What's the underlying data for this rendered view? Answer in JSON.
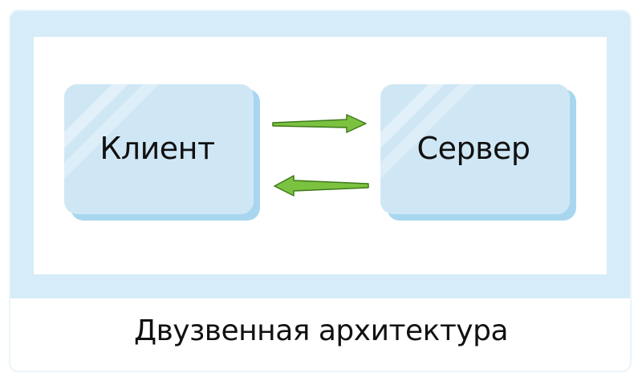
{
  "diagram": {
    "nodes": [
      {
        "id": "client",
        "label": "Клиент"
      },
      {
        "id": "server",
        "label": "Сервер"
      }
    ],
    "edges": [
      {
        "from": "client",
        "to": "server"
      },
      {
        "from": "server",
        "to": "client"
      }
    ],
    "caption": "Двузвенная архитектура"
  },
  "colors": {
    "frame": "#d6ecf8",
    "box_fill": "#cfe7f5",
    "box_shade": "#a9d6ef",
    "arrow_fill": "#7cc241",
    "arrow_stroke": "#3e7a1b"
  }
}
